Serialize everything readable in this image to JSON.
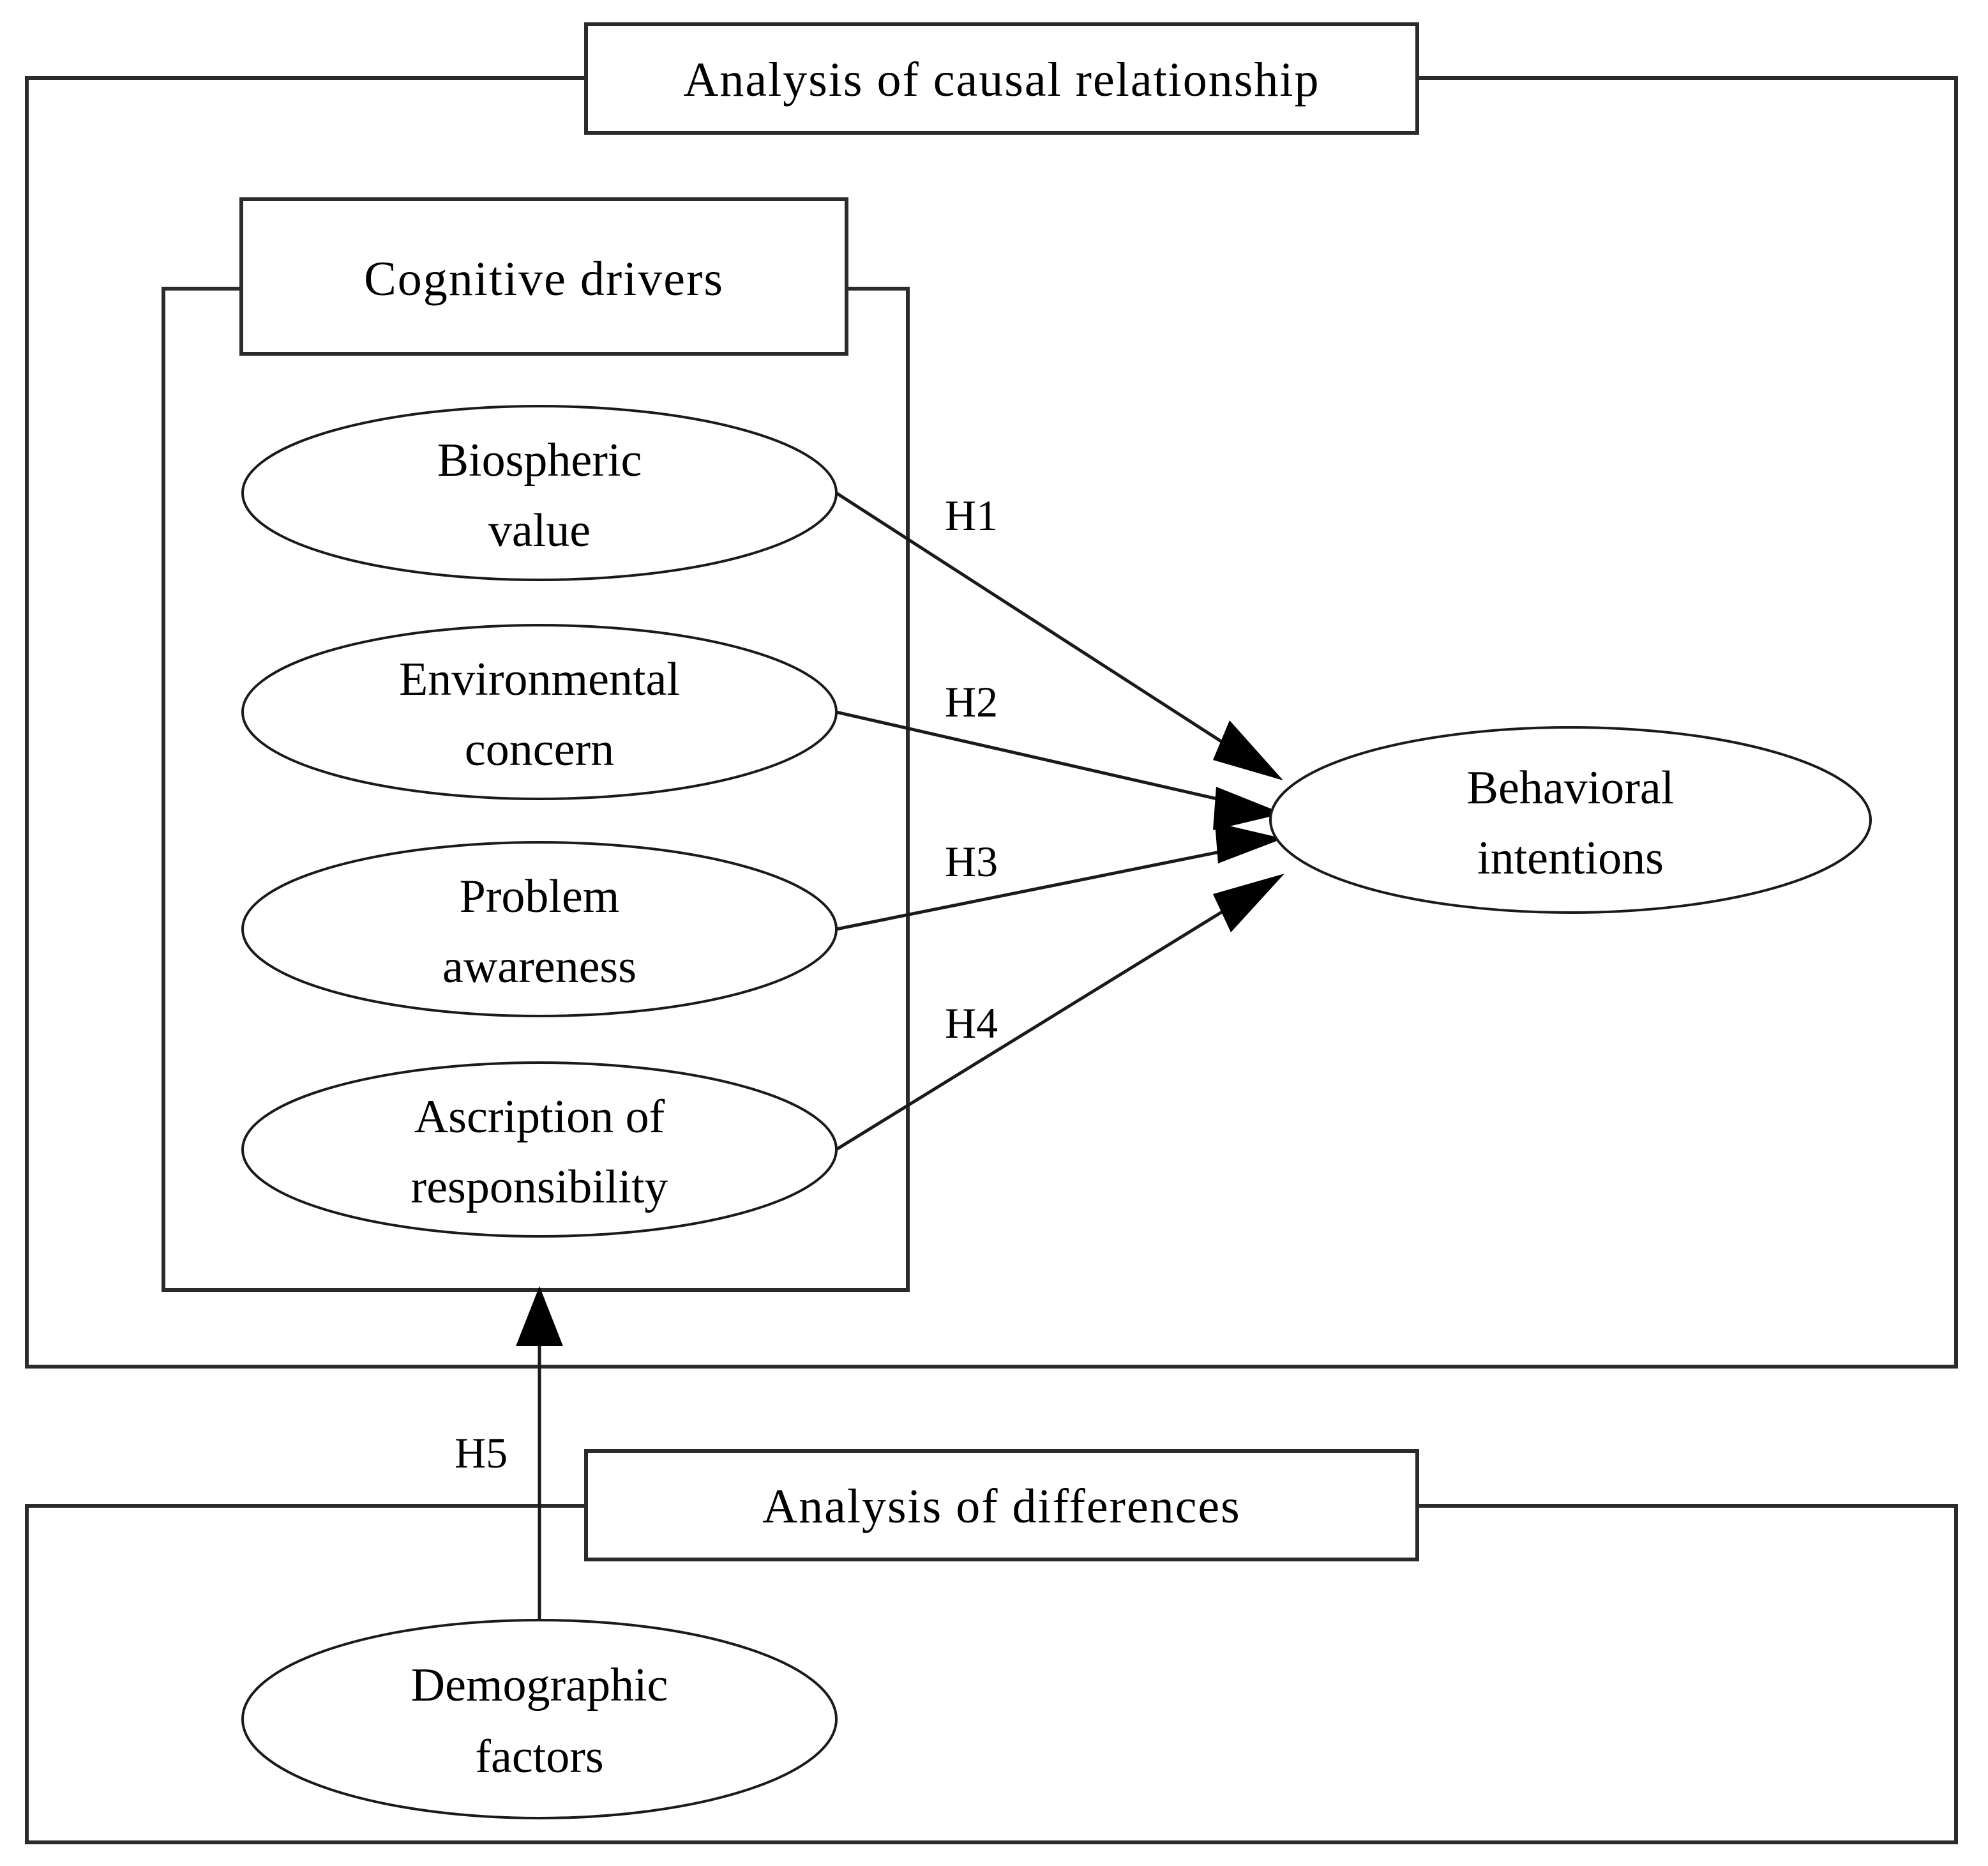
{
  "figure": {
    "type": "conceptual-framework-diagram",
    "background": "#ffffff",
    "line_color": "#1a1a1a",
    "frame_color": "#2b2b2b"
  },
  "frames": [
    {
      "id": "causal",
      "title": "Analysis of causal relationship"
    },
    {
      "id": "differences",
      "title": "Analysis of differences"
    }
  ],
  "groups": [
    {
      "id": "cognitive-drivers",
      "title": "Cognitive drivers"
    }
  ],
  "nodes": [
    {
      "id": "biospheric-value",
      "line1": "Biospheric",
      "line2": "value"
    },
    {
      "id": "environmental-concern",
      "line1": "Environmental",
      "line2": "concern"
    },
    {
      "id": "problem-awareness",
      "line1": "Problem",
      "line2": "awareness"
    },
    {
      "id": "ascription-responsibility",
      "line1": "Ascription  of",
      "line2": "responsibility"
    },
    {
      "id": "behavioral-intentions",
      "line1": "Behavioral",
      "line2": "intentions"
    },
    {
      "id": "demographic-factors",
      "line1": "Demographic",
      "line2": "factors"
    }
  ],
  "hypotheses": [
    {
      "id": "h1",
      "label": "H1",
      "from": "biospheric-value",
      "to": "behavioral-intentions"
    },
    {
      "id": "h2",
      "label": "H2",
      "from": "environmental-concern",
      "to": "behavioral-intentions"
    },
    {
      "id": "h3",
      "label": "H3",
      "from": "problem-awareness",
      "to": "behavioral-intentions"
    },
    {
      "id": "h4",
      "label": "H4",
      "from": "ascription-responsibility",
      "to": "behavioral-intentions"
    },
    {
      "id": "h5",
      "label": "H5",
      "from": "demographic-factors",
      "to": "cognitive-drivers"
    }
  ]
}
